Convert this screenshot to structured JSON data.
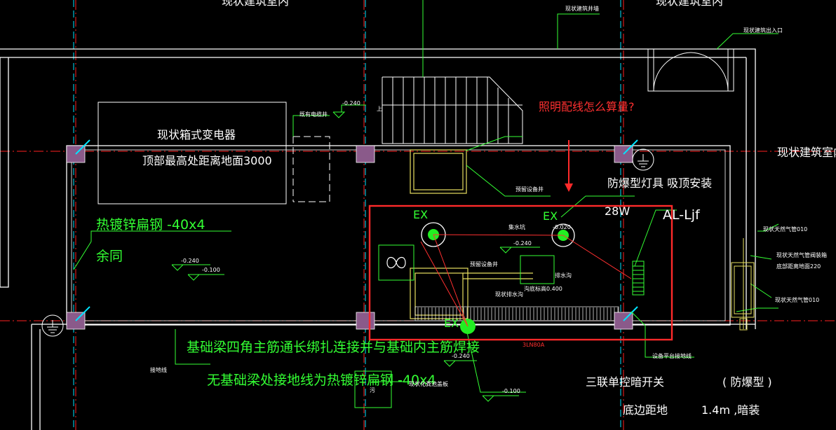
{
  "labels": {
    "top_room_left": "现状建筑室内",
    "top_room_right": "现状建筑室内",
    "room_right": "现状建筑室内",
    "top_well_note": "现状建筑井墙",
    "entrance_note": "现状建筑出入口",
    "transformer_title": "现状箱式变电器",
    "transformer_height": "顶部最高处距离地面3000",
    "existing_cable_well": "既有电缆井",
    "level_top": "-0.240",
    "stair_up": "上",
    "question": "照明配线怎么算量?",
    "lamp_note": "防爆型灯具 吸顶安装",
    "lamp_power": "28W",
    "panel_id": "AL-Ljf",
    "reserved_well_1": "预留设备井",
    "reserved_well_2": "预留设备井",
    "ground_flat_steel": "热镀锌扁钢 -40x4",
    "ground_same": "余同",
    "level_left_1": "-0.240",
    "level_left_2": "-0.100",
    "ex1": "EX",
    "ex2": "EX",
    "ex3": "EX",
    "sump_note": "集水坑",
    "sump_elev": "-0.020",
    "level_mid": "-0.240",
    "drain_label": "排水沟",
    "drain_bottom": "沟底标高0.400",
    "existing_drain": "现状排水沟",
    "right_note_1": "现状天然气管010",
    "right_note_2": "现状天然气管阀装箱",
    "right_note_3": "底部距离地面220",
    "right_note_4": "现状天然气管010",
    "bottom_green_1": "基础梁四角主筋通长绑扎连接并与基础内主筋焊接",
    "bottom_green_2": "无基础梁处接地线为热镀锌扁钢 -40x4",
    "grounding_line": "接地线",
    "level_bottom": "-0.240",
    "existing_ground_plate": "现状化粪池盖板",
    "level_bottom_2": "-0.100",
    "small_red_text": "3LN80A",
    "equip_ground": "设备平台接地线",
    "switch_note": "三联单控暗开关",
    "switch_type": "( 防爆型 )",
    "switch_height": "底边距地",
    "switch_value": "1.4m ,暗装",
    "sewage_symbol": "污"
  },
  "colors": {
    "background": "#000000",
    "wall": "#ffffff",
    "axis": "#ff2020",
    "pipe_cyan": "#00e5ff",
    "green": "#33ff33",
    "highlight_red": "#ff2a2a",
    "column_fill": "#8a5a8a",
    "yellow": "#e8e060"
  }
}
